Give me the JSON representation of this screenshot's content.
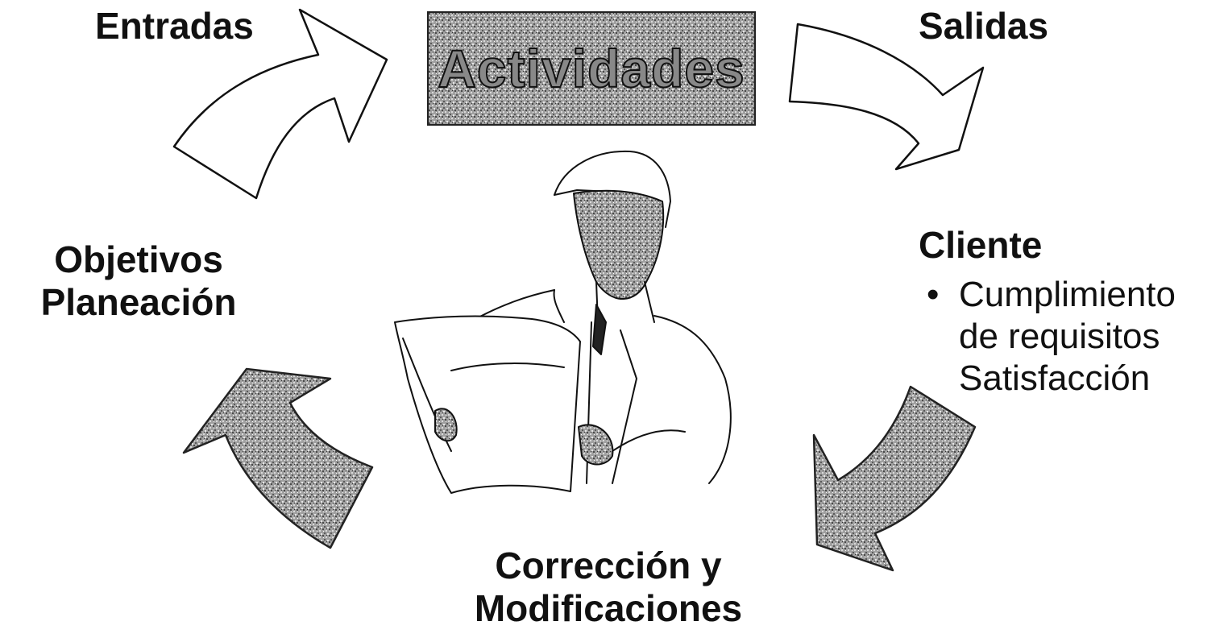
{
  "labels": {
    "entradas": "Entradas",
    "salidas": "Salidas",
    "actividades": "Actividades",
    "objetivos_line1": "Objetivos",
    "objetivos_line2": "Planeación",
    "cliente": "Cliente",
    "correccion_line1": "Corrección y",
    "correccion_line2": "Modificaciones"
  },
  "cliente_items": {
    "bullet": "•",
    "item1_line1": "Cumplimiento",
    "item1_line2": "de requisitos",
    "item2": "Satisfacción"
  },
  "icons": {
    "arrow_top_left": "curved-arrow-outline-icon",
    "arrow_top_right": "curved-arrow-outline-icon",
    "arrow_bottom_right": "curved-arrow-hatched-icon",
    "arrow_bottom_left": "curved-arrow-hatched-icon",
    "figure": "engineer-reading-blueprint-illustration"
  },
  "colors": {
    "box_fill": "#8a8a8a",
    "hatched_fill": "#9a9a9a",
    "outline": "#111111"
  }
}
